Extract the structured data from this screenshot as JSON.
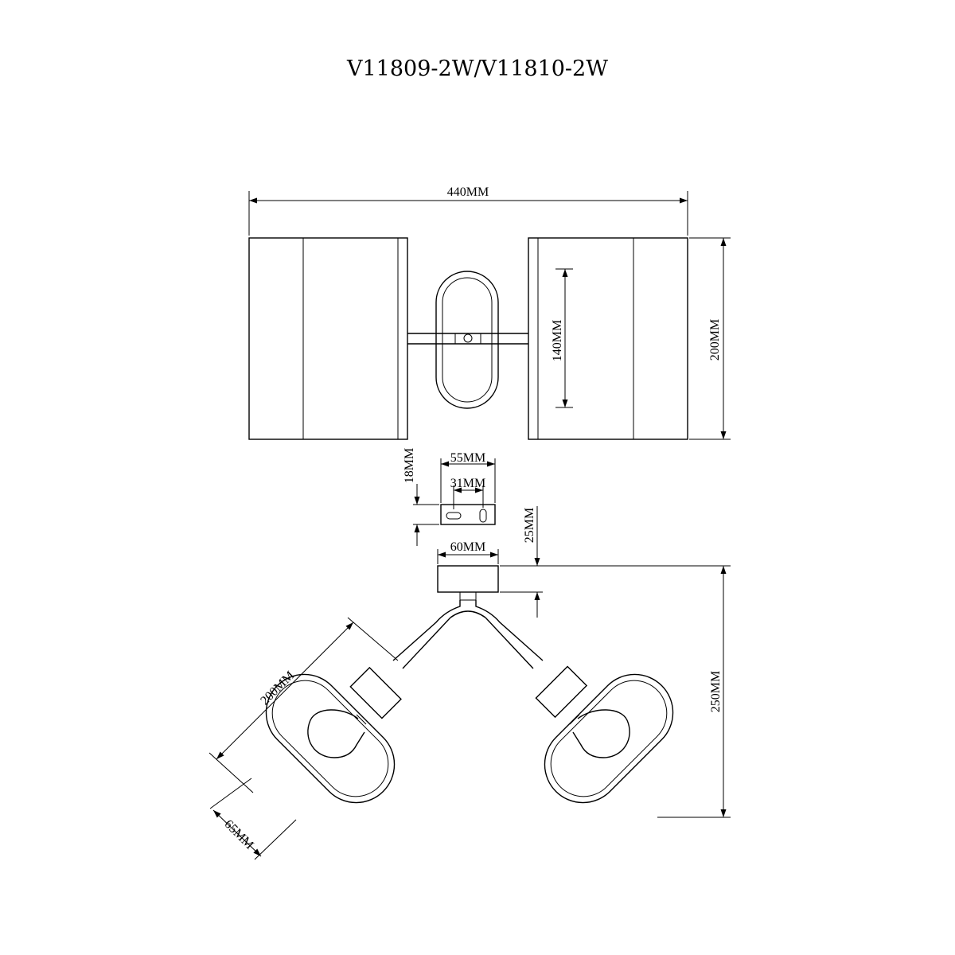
{
  "title": "V11809-2W/V11810-2W",
  "dimensions": {
    "overall_width": "440MM",
    "shade_height": "200MM",
    "inner_height": "140MM",
    "plate_width": "55MM",
    "hole_spacing": "31MM",
    "plate_height": "18MM",
    "canopy_width": "60MM",
    "canopy_depth": "25MM",
    "total_depth": "250MM",
    "shade_length": "200MM",
    "shade_diameter": "65MM"
  }
}
